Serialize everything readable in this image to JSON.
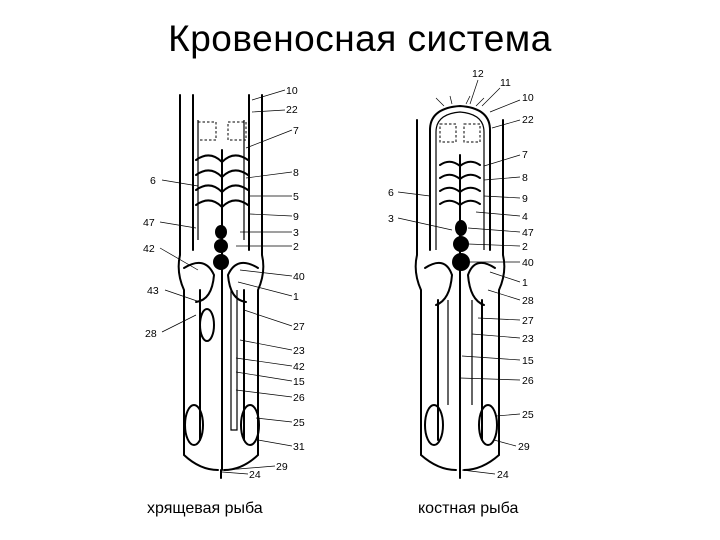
{
  "title": "Кровеносная система",
  "captions": {
    "left": "хрящевая рыба",
    "right": "костная рыба"
  },
  "left_diagram": {
    "labels_right": [
      "10",
      "22",
      "7",
      "8",
      "5",
      "9",
      "3",
      "2",
      "40",
      "1",
      "27",
      "23",
      "42",
      "15",
      "26",
      "25",
      "31",
      "29",
      "24"
    ],
    "labels_left": [
      "6",
      "47",
      "42",
      "43",
      "28"
    ]
  },
  "right_diagram": {
    "labels_right": [
      "12",
      "11",
      "10",
      "22",
      "7",
      "8",
      "9",
      "4",
      "47",
      "2",
      "40",
      "1",
      "28",
      "27",
      "23",
      "15",
      "26",
      "25",
      "29",
      "24"
    ],
    "labels_left": [
      "6",
      "3"
    ]
  }
}
